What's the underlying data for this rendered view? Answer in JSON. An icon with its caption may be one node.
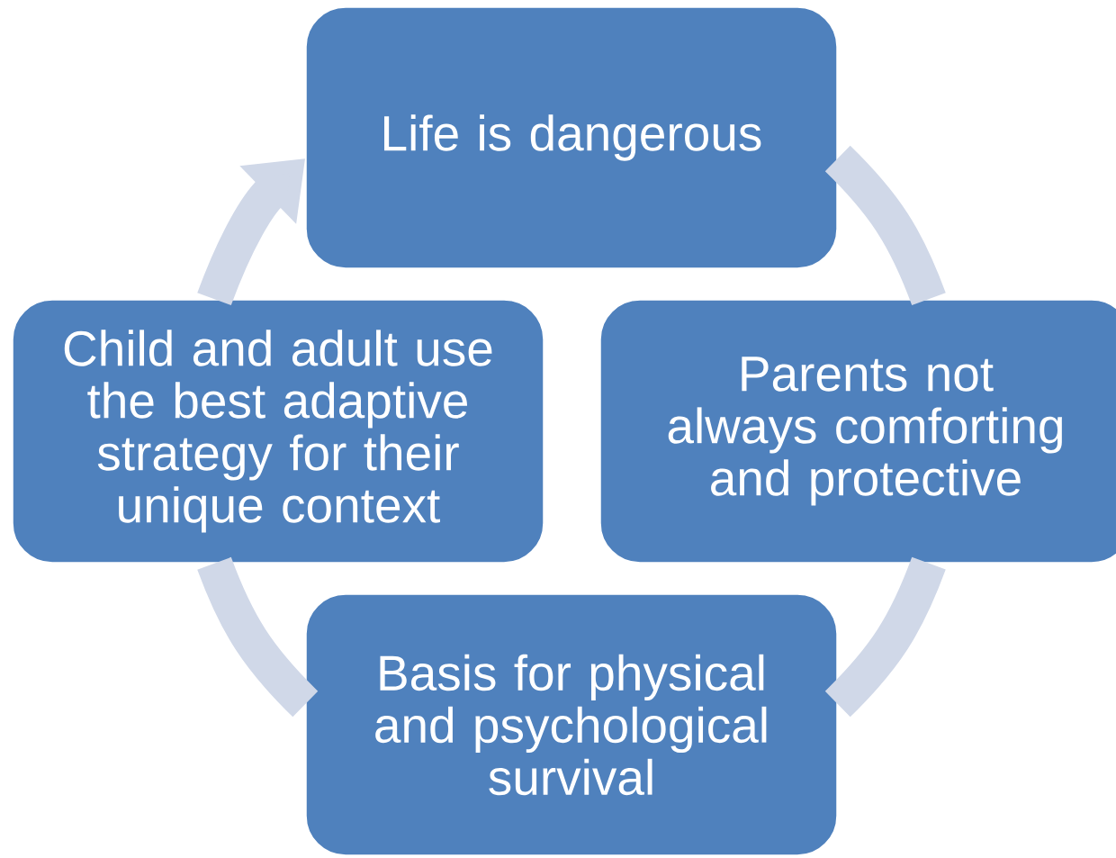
{
  "diagram": {
    "nodes": [
      {
        "text": [
          "Life is dangerous"
        ]
      },
      {
        "text": [
          "Parents not always comforting and protective"
        ]
      },
      {
        "text": [
          "Basis for physical and psychological survival"
        ]
      },
      {
        "text": [
          "Child and adult use the best adaptive strategy for their unique context"
        ]
      }
    ],
    "edges": [
      {
        "from": 0,
        "to": 1,
        "arrow": "none"
      },
      {
        "from": 1,
        "to": 2,
        "arrow": "none"
      },
      {
        "from": 2,
        "to": 3,
        "arrow": "none"
      },
      {
        "from": 3,
        "to": 0,
        "arrow": "to"
      }
    ]
  }
}
